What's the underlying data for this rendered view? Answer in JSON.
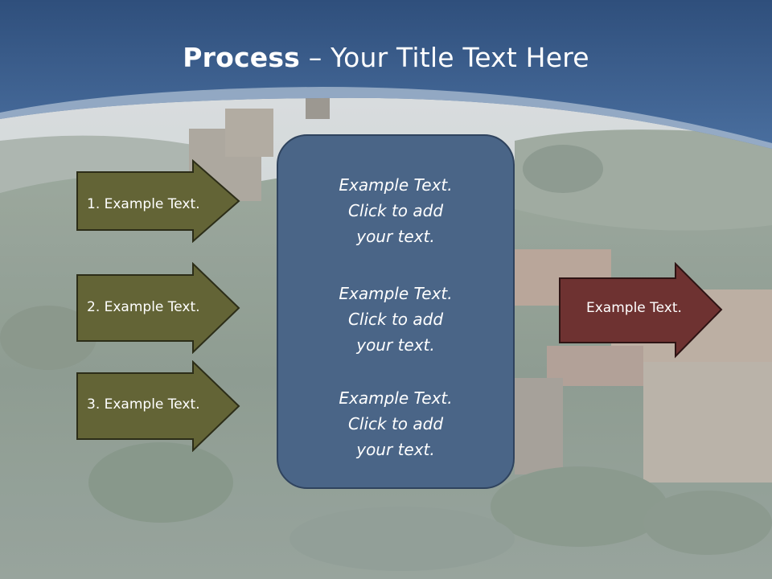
{
  "title": {
    "bold": "Process",
    "rest": " – Your Title Text Here"
  },
  "left_arrows": [
    {
      "label": "1. Example Text."
    },
    {
      "label": "2. Example Text."
    },
    {
      "label": "3. Example Text."
    }
  ],
  "center_box": {
    "paragraphs": [
      "Example Text.\nClick  to add\nyour text.",
      "Example Text.\nClick  to add\nyour text.",
      "Example Text.\nClick  to add\nyour text."
    ]
  },
  "right_arrow": {
    "label": "Example Text."
  },
  "colors": {
    "header": "#3d6394",
    "left_arrow_fill": "#636436",
    "right_arrow_fill": "#6e3231",
    "center_box_fill": "#4a6587"
  }
}
